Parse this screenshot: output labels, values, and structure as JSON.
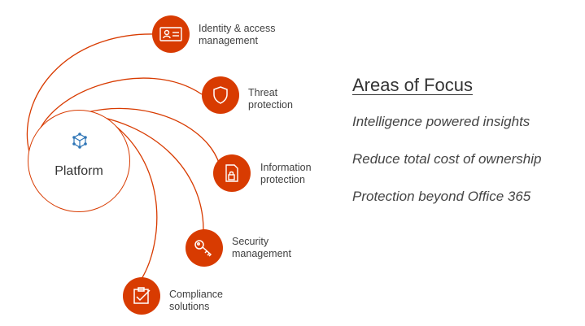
{
  "platform": {
    "label": "Platform",
    "icon": "cube-network-icon"
  },
  "nodes": [
    {
      "label_line1": "Identity & access",
      "label_line2": "management",
      "icon": "id-card-icon"
    },
    {
      "label_line1": "Threat",
      "label_line2": "protection",
      "icon": "shield-icon"
    },
    {
      "label_line1": "Information",
      "label_line2": "protection",
      "icon": "document-lock-icon"
    },
    {
      "label_line1": "Security",
      "label_line2": "management",
      "icon": "key-icon"
    },
    {
      "label_line1": "Compliance",
      "label_line2": "solutions",
      "icon": "checklist-icon"
    }
  ],
  "focus": {
    "title": "Areas of Focus",
    "items": [
      "Intelligence powered insights",
      "Reduce total cost of ownership",
      "Protection beyond Office 365"
    ]
  },
  "colors": {
    "accent": "#D83B01",
    "text": "#404040"
  }
}
